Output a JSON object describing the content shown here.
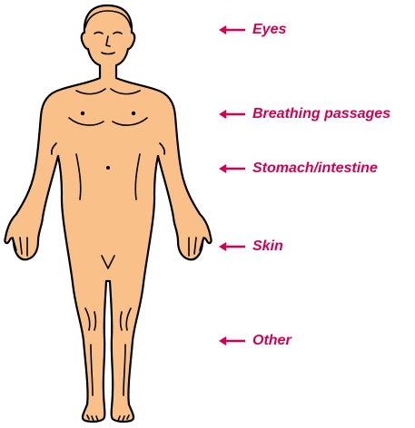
{
  "colors": {
    "skin": "#f9c08a",
    "outline": "#000000",
    "label": "#d4004f"
  },
  "figure": {
    "icon": "human-body-front-icon"
  },
  "labels": [
    {
      "text": "Eyes",
      "icon": "left-arrow-icon"
    },
    {
      "text": "Breathing passages",
      "icon": "left-arrow-icon"
    },
    {
      "text": "Stomach/intestine",
      "icon": "left-arrow-icon"
    },
    {
      "text": "Skin",
      "icon": "left-arrow-icon"
    },
    {
      "text": "Other",
      "icon": "left-arrow-icon"
    }
  ]
}
